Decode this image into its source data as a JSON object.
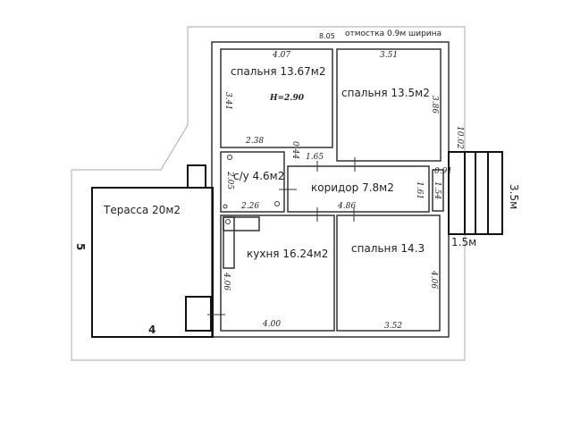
{
  "notes": {
    "otmostka": "отмостка 0.9м ширина",
    "height": "H=2.90",
    "porch_width": "1.5м",
    "porch_length": "3.5м"
  },
  "rooms": [
    {
      "name": "спальня 13.67м2"
    },
    {
      "name": "спальня 13.5м2"
    },
    {
      "name": "с/у 4.6м2"
    },
    {
      "name": "коридор 7.8м2"
    },
    {
      "name": "кухня 16.24м2"
    },
    {
      "name": "спальня 14.3"
    },
    {
      "name": "Терасса 20м2"
    }
  ],
  "dims": {
    "total_width": "8.05",
    "total_length": "10.02",
    "b1_w": "4.07",
    "b1_h": "3.41",
    "b2_w": "3.51",
    "b2_h": "3.86",
    "su_top": "2.38",
    "su_w": "2.26",
    "su_h": "2.05",
    "wall": "0.44",
    "corr_a": "1.65",
    "corr_w": "4.86",
    "corr_h": "1.61",
    "small_w": "0.91",
    "small_h": "1.54",
    "k_h": "4.06",
    "k_w": "4.00",
    "b4_w": "3.52",
    "b4_h": "4.06",
    "ter_h": "5",
    "ter_w": "4"
  }
}
